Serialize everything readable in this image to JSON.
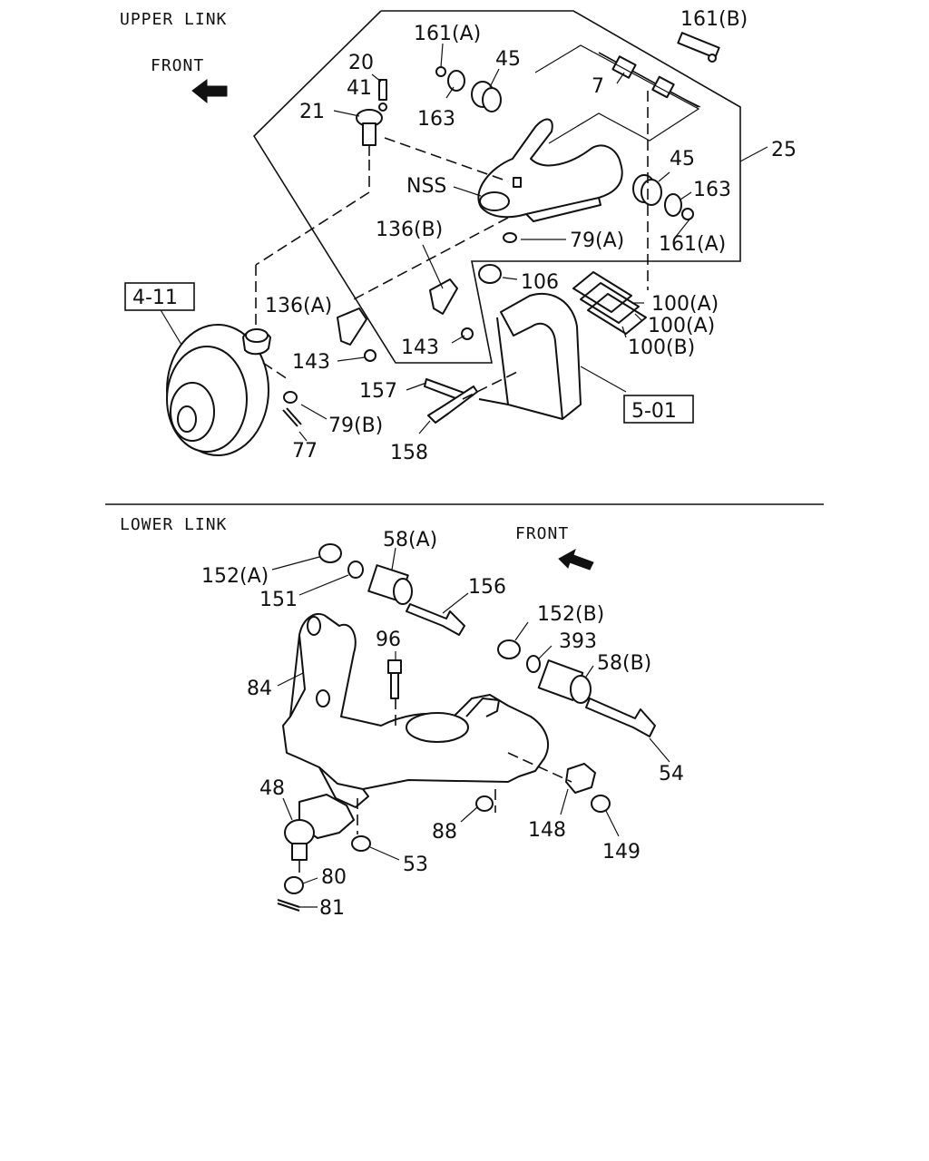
{
  "sections": {
    "upper": {
      "title": "UPPER LINK",
      "front": "FRONT"
    },
    "lower": {
      "title": "LOWER LINK",
      "front": "FRONT"
    }
  },
  "refs": {
    "knuckle": "4-11",
    "frame": "5-01"
  },
  "upper_labels": {
    "p161b": "161(B)",
    "p161a_top": "161(A)",
    "p45_top": "45",
    "p20": "20",
    "p41": "41",
    "p21": "21",
    "p7": "7",
    "p163_top": "163",
    "p25": "25",
    "p45_right": "45",
    "p163_right": "163",
    "pNSS": "NSS",
    "p161a_right": "161(A)",
    "p136b": "136(B)",
    "p79a": "79(A)",
    "p106": "106",
    "p136a": "136(A)",
    "p100a_1": "100(A)",
    "p100a_2": "100(A)",
    "p100b": "100(B)",
    "p143_mid": "143",
    "p143_left": "143",
    "p157": "157",
    "p79b": "79(B)",
    "p77": "77",
    "p158": "158"
  },
  "lower_labels": {
    "p58a": "58(A)",
    "p152a": "152(A)",
    "p151": "151",
    "p156": "156",
    "p152b": "152(B)",
    "p393": "393",
    "p58b": "58(B)",
    "p96": "96",
    "p84": "84",
    "p54": "54",
    "p48": "48",
    "p88": "88",
    "p148": "148",
    "p149": "149",
    "p53": "53",
    "p80": "80",
    "p81": "81"
  }
}
